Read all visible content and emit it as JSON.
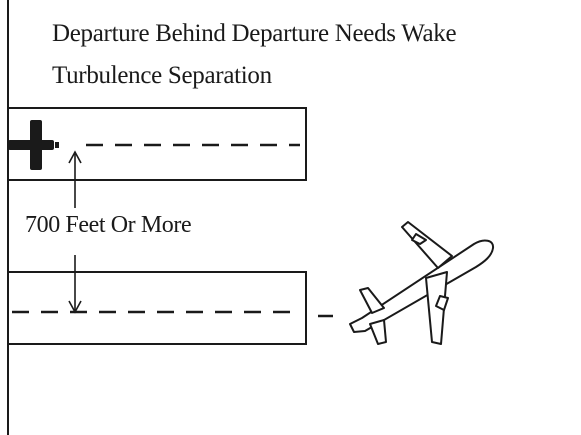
{
  "title_lines": [
    "Departure Behind Departure Needs Wake",
    "Turbulence Separation"
  ],
  "distance_label": "700 Feet Or More",
  "colors": {
    "stroke": "#1a1a1a",
    "background": "#ffffff"
  },
  "icons": {
    "small_aircraft": "small-airplane-icon",
    "large_aircraft": "jet-airliner-icon"
  }
}
